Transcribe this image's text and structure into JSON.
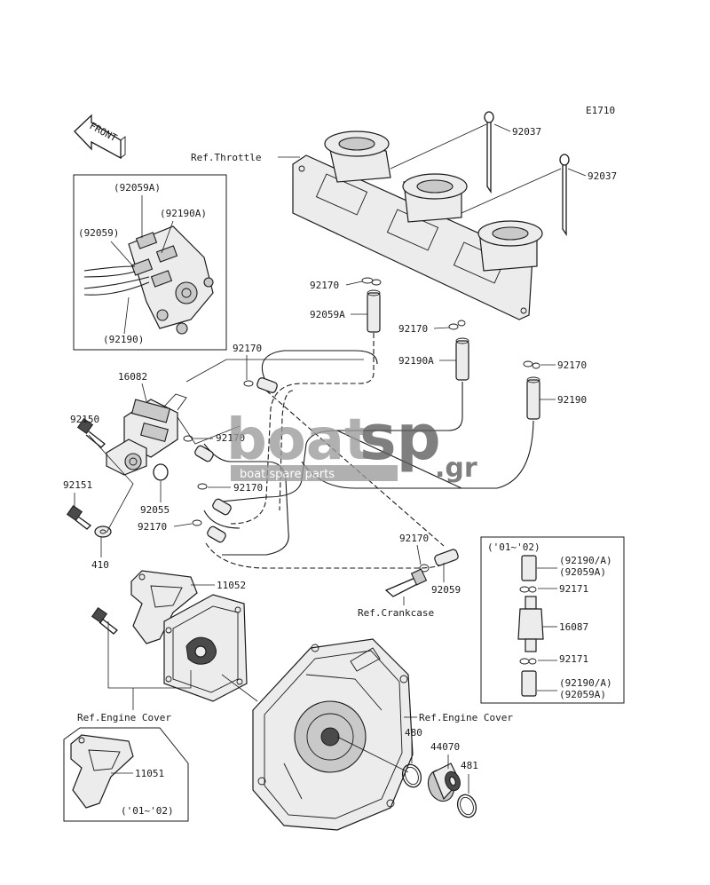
{
  "diagram_code": "E1710",
  "front_label": "FRONT",
  "refs": {
    "throttle": "Ref.Throttle",
    "crankcase": "Ref.Crankcase",
    "engine_cover_left": "Ref.Engine Cover",
    "engine_cover_right": "Ref.Engine Cover"
  },
  "inset_top_left": {
    "labels": [
      "(92059A)",
      "(92190A)",
      "(92059)",
      "(92190)"
    ]
  },
  "inset_right": {
    "year_range": "('01~'02)",
    "labels": [
      "(92190/A)",
      "(92059A)",
      "92171",
      "16087",
      "92171",
      "(92190/A)",
      "(92059A)"
    ]
  },
  "inset_bottom_left": {
    "label": "11051",
    "year_range": "('01~'02)"
  },
  "part_labels": {
    "p92037_a": "92037",
    "p92037_b": "92037",
    "p92170_a": "92170",
    "p92059A": "92059A",
    "p92170_b": "92170",
    "p92190A": "92190A",
    "p92170_c": "92170",
    "p92190": "92190",
    "p92170_d": "92170",
    "p16082": "16082",
    "p92150": "92150",
    "p92170_e": "92170",
    "p92170_f": "92170",
    "p92055": "92055",
    "p92151": "92151",
    "p92170_g": "92170",
    "p410": "410",
    "p92170_h": "92170",
    "p92059": "92059",
    "p11052": "11052",
    "p480": "480",
    "p44070": "44070",
    "p481": "481"
  },
  "watermark": {
    "logo_main": "boat",
    "logo_accent": "sp",
    "logo_tld": ".gr",
    "tagline": "boat spare parts"
  },
  "colors": {
    "ink": "#1a1a1a",
    "watermark_grey": "#9a9a9a",
    "watermark_dark": "#5c5c5c"
  }
}
